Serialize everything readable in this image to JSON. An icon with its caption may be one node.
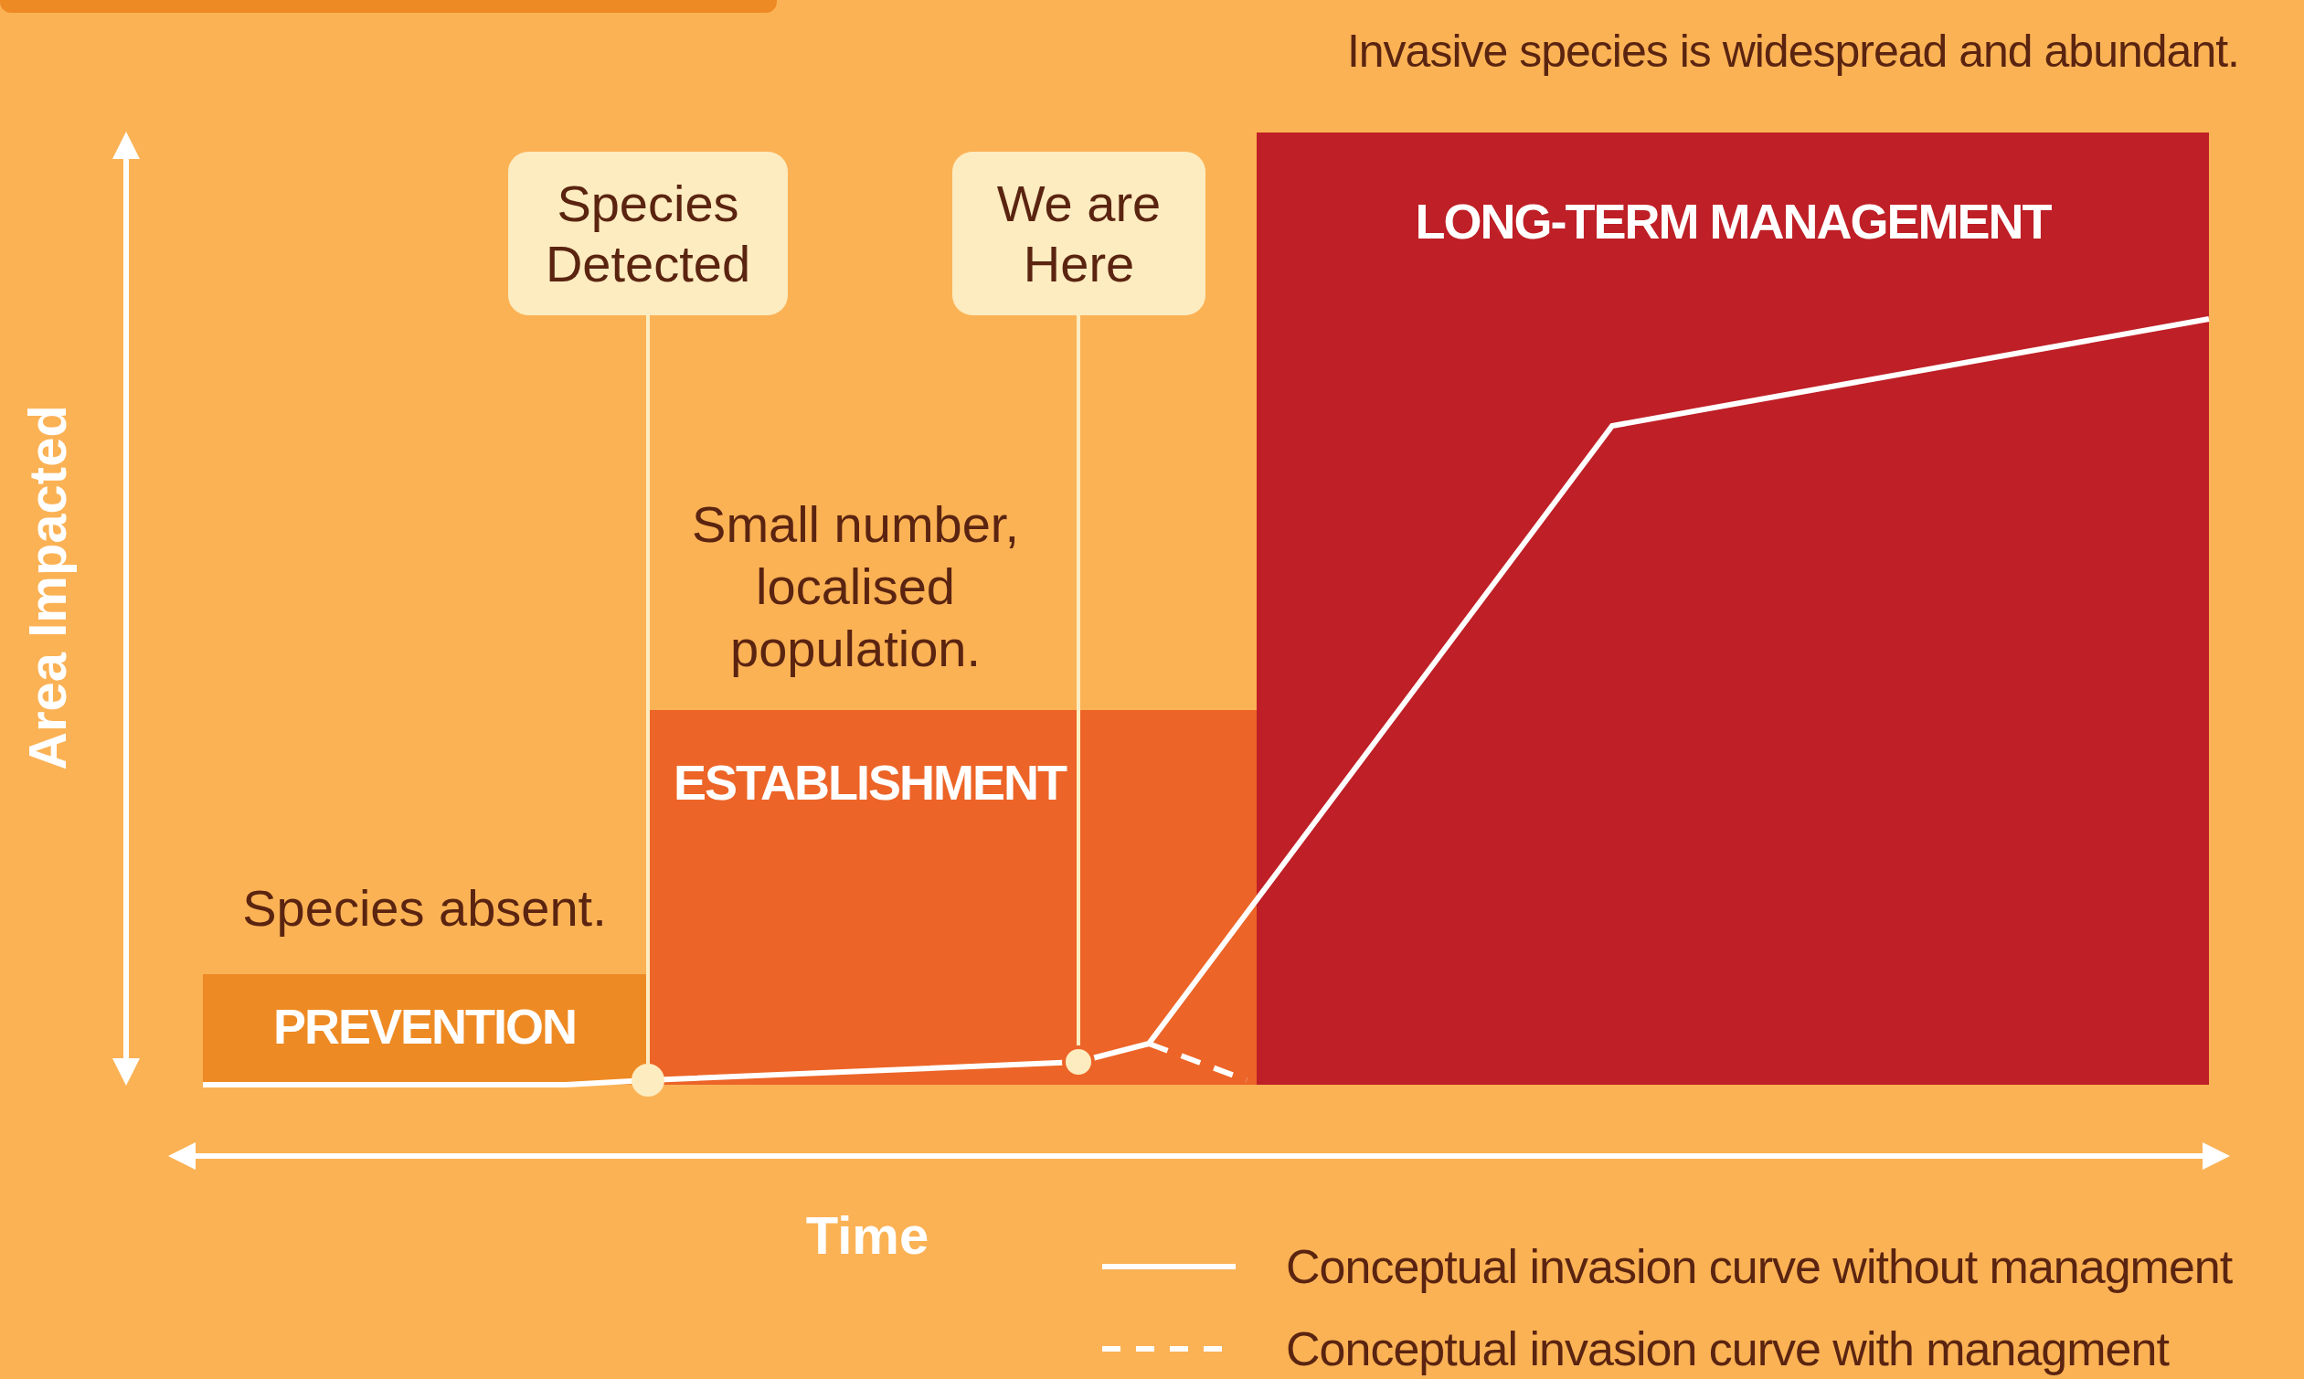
{
  "diagram": {
    "nodes": [
      {
        "text": [
          "PREVENTION"
        ],
        "beside": [
          "Species absent."
        ]
      },
      {
        "text": [
          "ESTABLISHMENT"
        ],
        "beside": [
          "Small number, localised population."
        ]
      },
      {
        "text": [
          "LONG-TERM MANAGEMENT"
        ],
        "beside": [
          "Invasive species is widespread and abundant."
        ]
      },
      {
        "text": [
          "Species Detected"
        ]
      },
      {
        "text": [],
        "shape": "circle"
      },
      {
        "text": [
          "We are Here"
        ]
      },
      {
        "text": [],
        "shape": "circle",
        "in": 1
      }
    ],
    "edges": [
      {
        "from": 3,
        "to": 4,
        "arrow": "none"
      },
      {
        "from": 5,
        "to": 6,
        "arrow": "none"
      }
    ],
    "labels": [
      "Area Impacted",
      "Time"
    ],
    "legend": [
      {
        "text": "Conceptual invasion curve without managment"
      },
      {
        "text": "Conceptual invasion curve with managment"
      }
    ]
  }
}
